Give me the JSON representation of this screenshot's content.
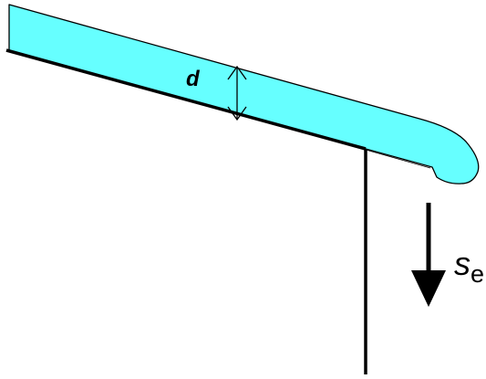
{
  "diagram": {
    "labels": {
      "depth": "d",
      "drop_symbol": "s",
      "drop_subscript": "e"
    },
    "colors": {
      "water_fill": "#66ffff",
      "outline": "#000000",
      "background": "#ffffff"
    }
  }
}
